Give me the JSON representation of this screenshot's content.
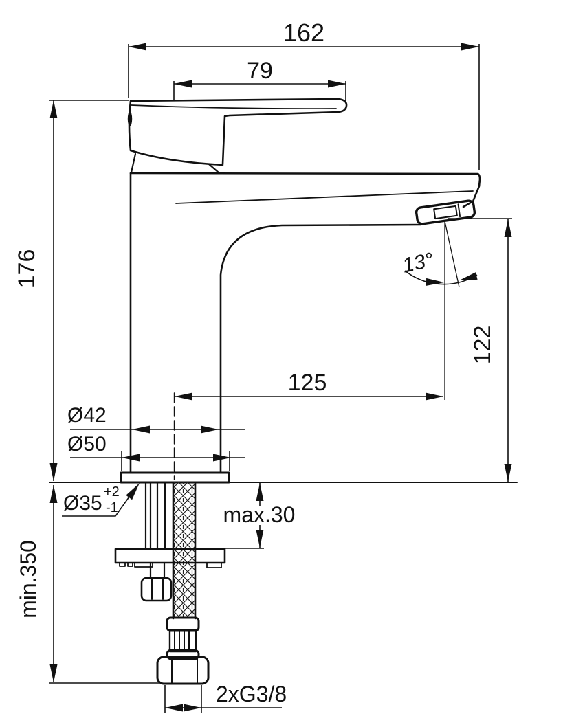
{
  "diagram": {
    "type": "technical-drawing",
    "subject": "Single-lever basin mixer tap, side elevation with installation dimensions",
    "units": "mm",
    "background_color": "#ffffff",
    "line_color": "#111111",
    "dimensions": {
      "overall_length": "162",
      "lever_length": "79",
      "body_height": "176",
      "spout_height": "122",
      "spout_reach": "125",
      "body_diameter": "Ø42",
      "base_diameter": "Ø50",
      "hole_diameter": "Ø35",
      "hole_tolerance_plus": "+2",
      "hole_tolerance_minus": "-1",
      "max_deck_thickness": "max.30",
      "min_clearance_below": "min.350",
      "hose_connection": "2xG3/8",
      "spout_angle": "13°"
    }
  }
}
